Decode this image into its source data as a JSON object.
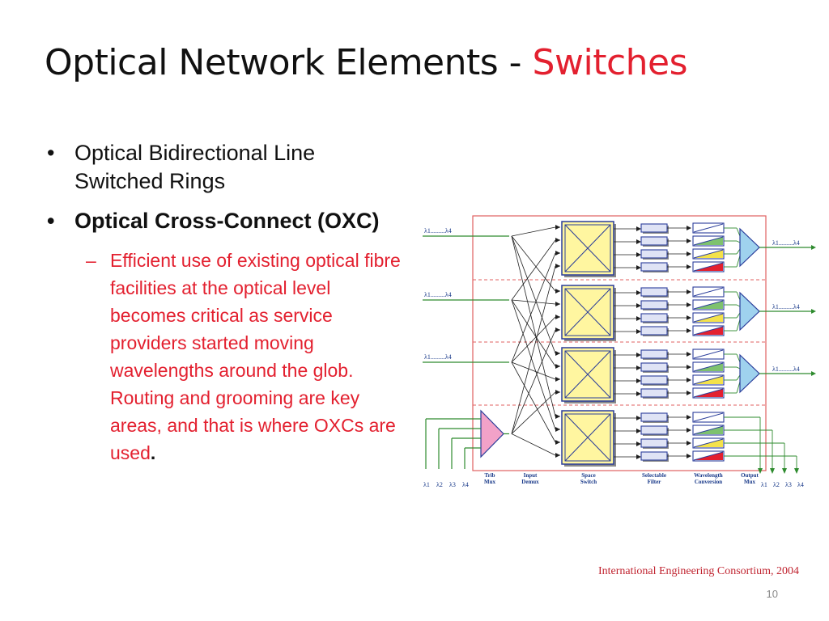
{
  "slide": {
    "title_main": "Optical Network Elements - ",
    "title_accent": "Switches",
    "bullet1": "Optical Bidirectional Line Switched Rings",
    "bullet2": "Optical Cross-Connect (OXC)",
    "sub_bullet": "Efficient use of existing optical fibre facilities at the optical level becomes critical as service providers started moving wavelengths around the glob. Routing and grooming are key areas, and that is where OXCs are used",
    "sub_bullet_end": ".",
    "bullet_glyph": "•",
    "dash_glyph": "–",
    "credit": "International Engineering Consortium, 2004",
    "page_number": "10",
    "accent_color": "#e3202f"
  },
  "diagram": {
    "input_labels": [
      "λ1.........λ4",
      "λ1.........λ4",
      "λ1.........λ4"
    ],
    "output_labels": [
      "λ1.........λ4",
      "λ1.........λ4",
      "λ1.........λ4"
    ],
    "trib_in": [
      "λ1",
      "λ2",
      "λ3",
      "λ4"
    ],
    "trib_out": [
      "λ1",
      "λ2",
      "λ3",
      "λ4"
    ],
    "stage_labels": [
      [
        "Trib",
        "Mux"
      ],
      [
        "Input",
        "Demux"
      ],
      [
        "Space",
        "Switch"
      ],
      [
        "Selectable",
        "Filter"
      ],
      [
        "Wavelength",
        "Conversion"
      ],
      [
        "Output",
        "Mux"
      ]
    ]
  }
}
